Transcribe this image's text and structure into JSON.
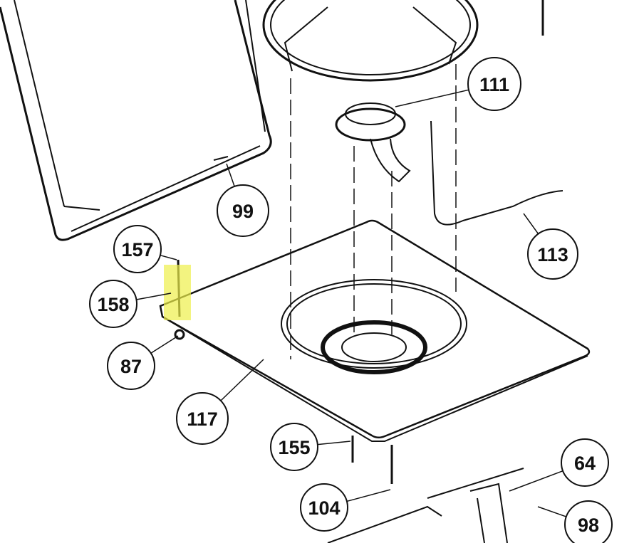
{
  "diagram": {
    "callouts": [
      {
        "id": "111",
        "label": "111"
      },
      {
        "id": "99",
        "label": "99"
      },
      {
        "id": "157",
        "label": "157"
      },
      {
        "id": "158",
        "label": "158"
      },
      {
        "id": "87",
        "label": "87"
      },
      {
        "id": "117",
        "label": "117"
      },
      {
        "id": "155",
        "label": "155"
      },
      {
        "id": "104",
        "label": "104"
      },
      {
        "id": "113",
        "label": "113"
      },
      {
        "id": "64",
        "label": "64"
      },
      {
        "id": "98",
        "label": "98"
      }
    ],
    "highlight_color": "#eef04a"
  }
}
